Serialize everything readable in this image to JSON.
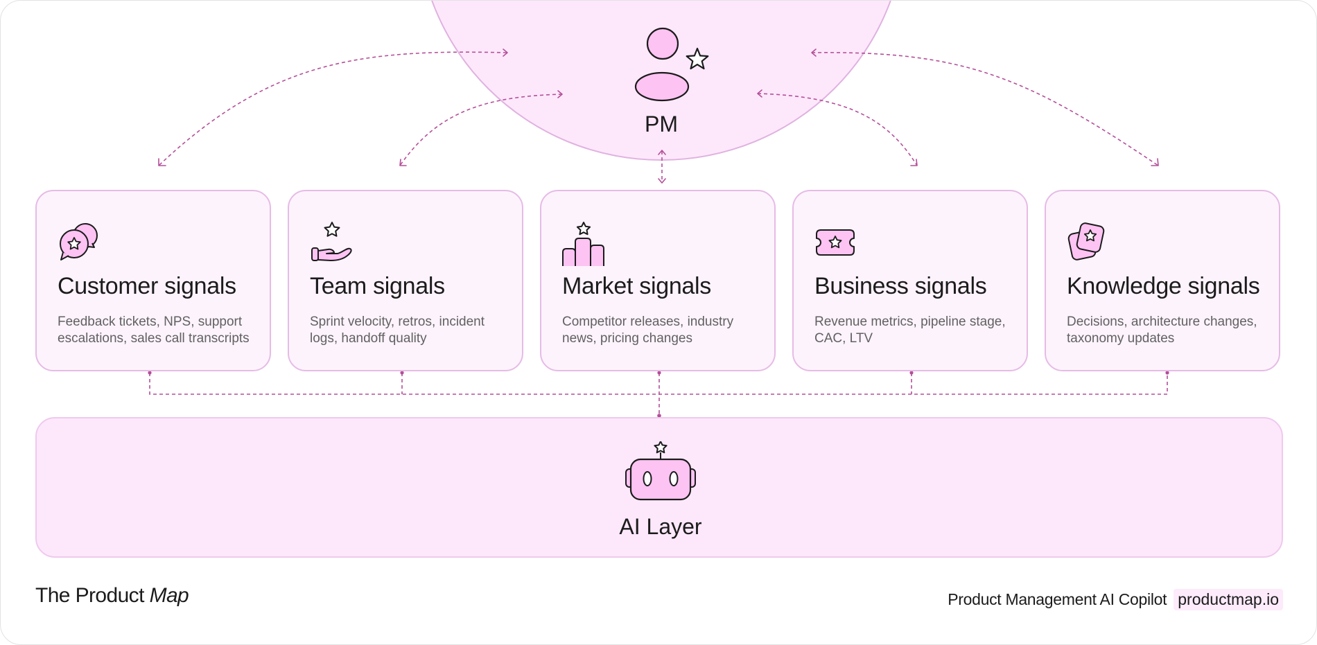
{
  "pm": {
    "label": "PM",
    "icon": "person-star-icon"
  },
  "cards": [
    {
      "title": "Customer signals",
      "description": "Feedback tickets, NPS, support escalations, sales call transcripts",
      "icon": "chat-bubbles-star-icon"
    },
    {
      "title": "Team signals",
      "description": "Sprint velocity, retros, incident logs, handoff quality",
      "icon": "hand-star-icon"
    },
    {
      "title": "Market signals",
      "description": "Competitor releases, industry news, pricing changes",
      "icon": "podium-star-icon"
    },
    {
      "title": "Business signals",
      "description": "Revenue metrics, pipeline stage, CAC, LTV",
      "icon": "ticket-star-icon"
    },
    {
      "title": "Knowledge signals",
      "description": "Decisions, architecture changes, taxonomy updates",
      "icon": "cards-star-icon"
    }
  ],
  "ai_layer": {
    "label": "AI Layer",
    "icon": "robot-star-icon"
  },
  "footer": {
    "brand_prefix": "The Product",
    "brand_emphasis": "Map",
    "tagline": "Product Management AI Copilot",
    "link": "productmap.io"
  },
  "colors": {
    "accent_fill": "#fdc3f3",
    "stroke": "#1b1b1b",
    "card_bg": "#fdf3fc",
    "card_border": "#e6bbe6",
    "panel_bg": "#fde8fb",
    "connector": "#b44f98"
  }
}
